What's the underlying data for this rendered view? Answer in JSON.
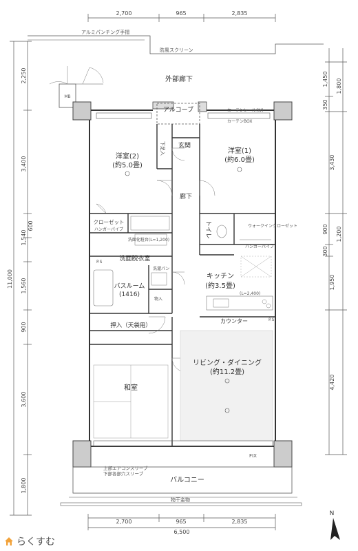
{
  "dims_top": [
    "2,700",
    "965",
    "2,835"
  ],
  "dims_bottom": [
    "2,700",
    "965",
    "2,835"
  ],
  "dim_bottom_total": "6,500",
  "dims_left": [
    "2,250",
    "3,400",
    "1,540",
    "600",
    "11,000",
    "1,560",
    "900",
    "3,600",
    "1,800"
  ],
  "dims_right": [
    "1,450",
    "1,800",
    "350",
    "3,430",
    "900",
    "1,200",
    "300",
    "1,950",
    "4,420"
  ],
  "top_notes": {
    "rail": "アルミパンチング手摺",
    "screen": "防風スクリーン",
    "corridor": "外部廊下"
  },
  "mb": "MB",
  "alcove": "アルコーブ",
  "entrance": "玄関",
  "shoebox": "下足入",
  "hall": "廊下",
  "room2": {
    "name": "洋室(2)",
    "size": "(約5.0畳)"
  },
  "room1": {
    "name": "洋室(1)",
    "size": "(約6.0畳)"
  },
  "curtain_rail": "カーテンレール(W)",
  "curtain_box": "カーテンBOX",
  "closet": "クローゼット",
  "hanger_pipe": "ハンガーパイプ",
  "washroom": "洗面脱衣室",
  "wash_detail": "洗面化粧台(L=1,200)",
  "ps": "P.S",
  "toilet": "トイレ",
  "wic": "ウォークインクローゼット",
  "bathroom": {
    "name": "バスルーム",
    "size": "(1416)"
  },
  "washer": "洗濯パン",
  "storage": "物入",
  "kitchen": {
    "name": "キッチン",
    "size": "(約3.5畳)"
  },
  "kitchen_detail": "(L=2,400)",
  "counter": "カウンター",
  "upper_storage": "押入（天袋用）",
  "living": {
    "name": "リビング・ダイニング",
    "size": "(約11.2畳)"
  },
  "washitsu": "和室",
  "fix": "FIX",
  "balcony": "バルコニー",
  "aircon_note": "上部エアコンスリーブ",
  "sleeve_note": "下部各部穴スリーブ",
  "laundry": "物干金物",
  "north": "N",
  "brand": "らくすむ"
}
